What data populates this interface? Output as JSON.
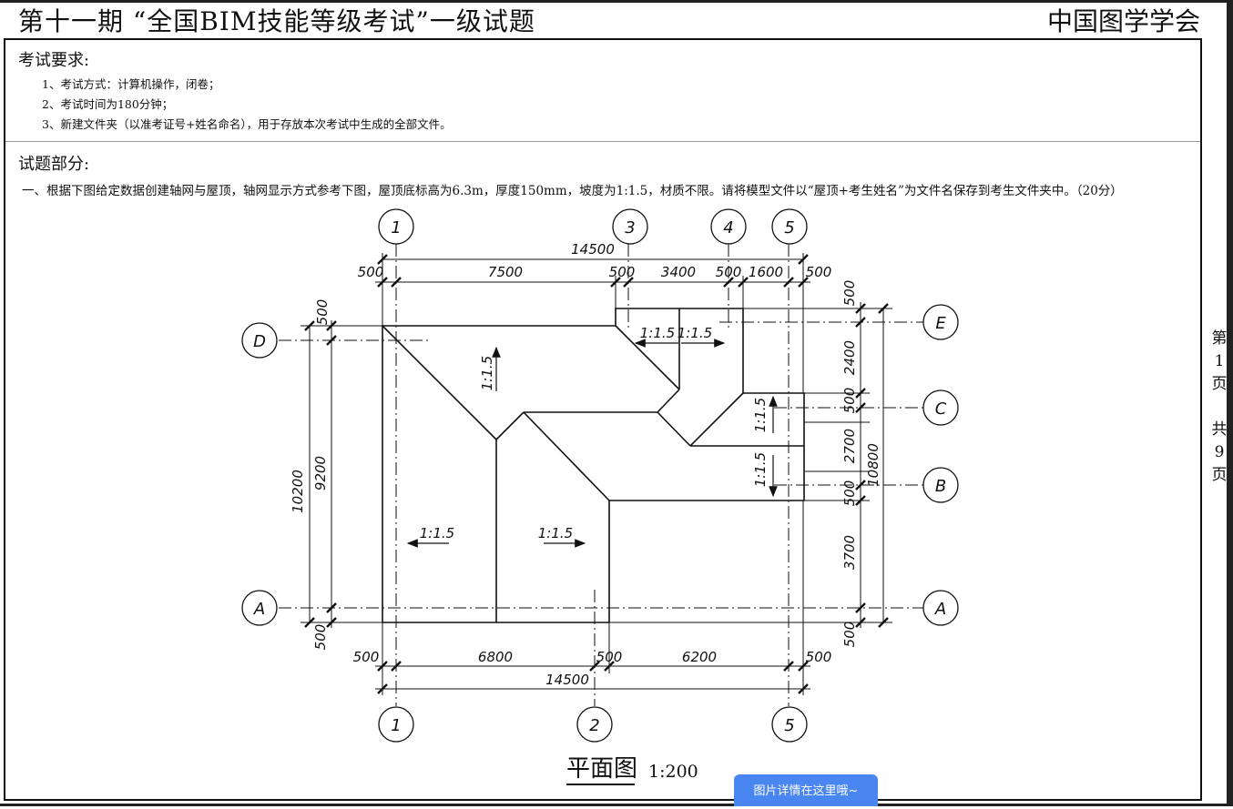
{
  "header": {
    "title": "第十一期 “全国BIM技能等级考试”一级试题",
    "org": "中国图学学会"
  },
  "requirements": {
    "heading": "考试要求:",
    "items": [
      "1、考试方式：计算机操作，闭卷；",
      "2、考试时间为180分钟；",
      "3、新建文件夹（以准考证号+姓名命名），用于存放本次考试中生成的全部文件。"
    ]
  },
  "questions": {
    "heading": "试题部分:",
    "q1": "一、根据下图给定数据创建轴网与屋顶，轴网显示方式参考下图，屋顶底标高为6.3m，厚度150mm，坡度为1:1.5，材质不限。请将模型文件以“屋顶+考生姓名”为文件名保存到考生文件夹中。（20分）"
  },
  "page_indicator": [
    "第",
    "1",
    "页",
    "",
    "共",
    "9",
    "页"
  ],
  "drawing": {
    "plan_title": "平面图",
    "plan_scale": "1:200",
    "grid_top": [
      "1",
      "3",
      "4",
      "5"
    ],
    "grid_bottom": [
      "1",
      "2",
      "5"
    ],
    "grid_left": [
      "D",
      "A"
    ],
    "grid_right": [
      "E",
      "C",
      "B",
      "A"
    ],
    "dims_top_overall": "14500",
    "dims_top": [
      "500",
      "7500",
      "500",
      "3400",
      "500",
      "1600",
      "500"
    ],
    "dims_bottom": [
      "500",
      "6800",
      "500",
      "6200",
      "500"
    ],
    "dims_bottom_overall": "14500",
    "dims_left": [
      "500",
      "10200",
      "9200",
      "500"
    ],
    "dims_right": [
      "500",
      "2400",
      "500",
      "2700",
      "500",
      "3700",
      "500"
    ],
    "dims_right_overall": "10800",
    "slope_label": "1:1.5"
  },
  "footer": {
    "details_button": "图片详情在这里哦~"
  }
}
